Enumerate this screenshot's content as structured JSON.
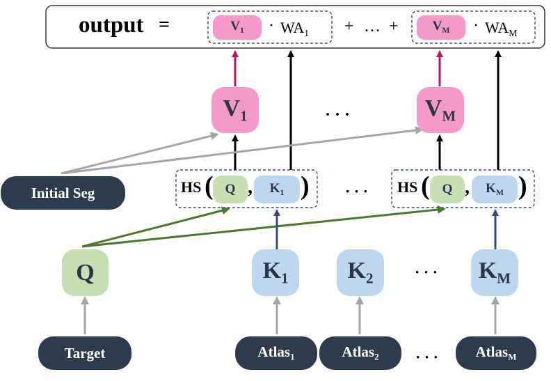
{
  "output_bar": {
    "output_label": "output",
    "equals": "=",
    "v1_main": "V",
    "v1_sub": "1",
    "dot1": "·",
    "wa1_main": "WA",
    "wa1_sub": "1",
    "plus1": "+",
    "ellipsis": "…",
    "plus2": "+",
    "vm_main": "V",
    "vm_sub": "M",
    "dot2": "·",
    "wam_main": "WA",
    "wam_sub": "M"
  },
  "values": {
    "v1_main": "V",
    "v1_sub": "1",
    "middle_dots": "· · ·",
    "vm_main": "V",
    "vm_sub": "M"
  },
  "hs_blocks": {
    "hs_label": "HS",
    "open_paren": "(",
    "close_paren": ")",
    "comma": ",",
    "q": "Q",
    "k1_main": "K",
    "k1_sub": "1",
    "km_main": "K",
    "km_sub": "M",
    "middle_dots": "· · ·"
  },
  "initial_seg": "Initial Seg",
  "keys": {
    "q": "Q",
    "k1_main": "K",
    "k1_sub": "1",
    "k2_main": "K",
    "k2_sub": "2",
    "dots": "· · ·",
    "km_main": "K",
    "km_sub": "M"
  },
  "inputs": {
    "target": "Target",
    "atlas1_main": "Atlas",
    "atlas1_sub": "1",
    "atlas2_main": "Atlas",
    "atlas2_sub": "2",
    "dots": "· · ·",
    "atlasm_main": "Atlas",
    "atlasm_sub": "M"
  },
  "colors": {
    "pink": "#f49ac8",
    "magenta_arrow": "#b5175f",
    "green": "#c6e0b4",
    "green_arrow": "#4a7a2d",
    "blue": "#bdd7ee",
    "blue_arrow": "#2e4d85",
    "dark": "#2e3a4e",
    "gray_arrow": "#a6a6a6"
  }
}
